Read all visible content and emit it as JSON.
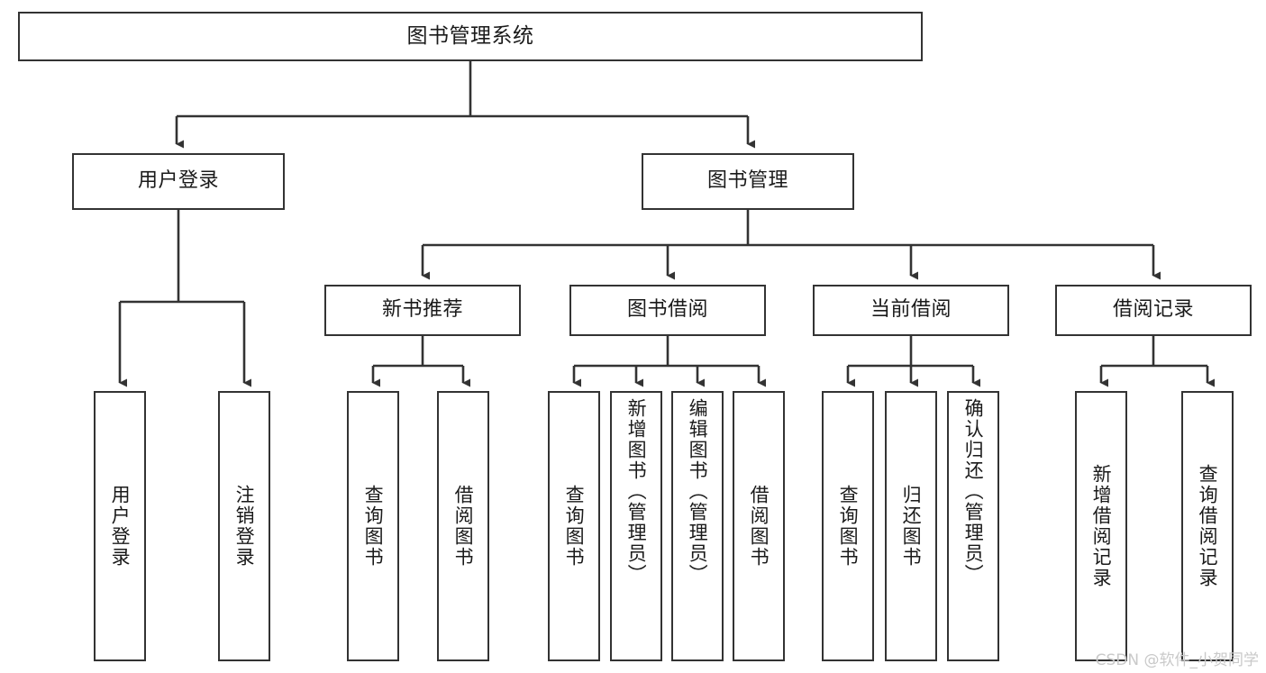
{
  "diagram": {
    "type": "tree-hierarchy-chart",
    "title": "图书管理系统",
    "orientation": "top-down",
    "colors": {
      "box_border": "#333333",
      "box_fill": "#ffffff",
      "connector": "#333333",
      "text": "#1a1a1a",
      "watermark": "#c9c9c9"
    },
    "root": {
      "label": "图书管理系统"
    },
    "level2": [
      {
        "id": "user-login",
        "label": "用户登录"
      },
      {
        "id": "book-manage",
        "label": "图书管理"
      }
    ],
    "level3": [
      {
        "id": "new-book-recommend",
        "label": "新书推荐"
      },
      {
        "id": "book-borrow",
        "label": "图书借阅"
      },
      {
        "id": "current-borrow",
        "label": "当前借阅"
      },
      {
        "id": "borrow-record",
        "label": "借阅记录"
      }
    ],
    "leaves": {
      "user_login": [
        {
          "id": "leaf-user-login",
          "label": "用户登录"
        },
        {
          "id": "leaf-logout-login",
          "label": "注销登录"
        }
      ],
      "new_book_recommend": [
        {
          "id": "leaf-query-book-1",
          "label": "查询图书"
        },
        {
          "id": "leaf-borrow-book-1",
          "label": "借阅图书"
        }
      ],
      "book_borrow": [
        {
          "id": "leaf-query-book-2",
          "label": "查询图书"
        },
        {
          "id": "leaf-add-book",
          "label": "新增图书（管理员）"
        },
        {
          "id": "leaf-edit-book",
          "label": "编辑图书（管理员）"
        },
        {
          "id": "leaf-borrow-book-2",
          "label": "借阅图书"
        }
      ],
      "current_borrow": [
        {
          "id": "leaf-query-book-3",
          "label": "查询图书"
        },
        {
          "id": "leaf-return-book",
          "label": "归还图书"
        },
        {
          "id": "leaf-confirm-return",
          "label": "确认归还（管理员）"
        }
      ],
      "borrow_record": [
        {
          "id": "leaf-add-record",
          "label": "新增借阅记录"
        },
        {
          "id": "leaf-query-record",
          "label": "查询借阅记录"
        }
      ]
    }
  },
  "watermark": {
    "text": "CSDN @软件_小贺同学"
  }
}
